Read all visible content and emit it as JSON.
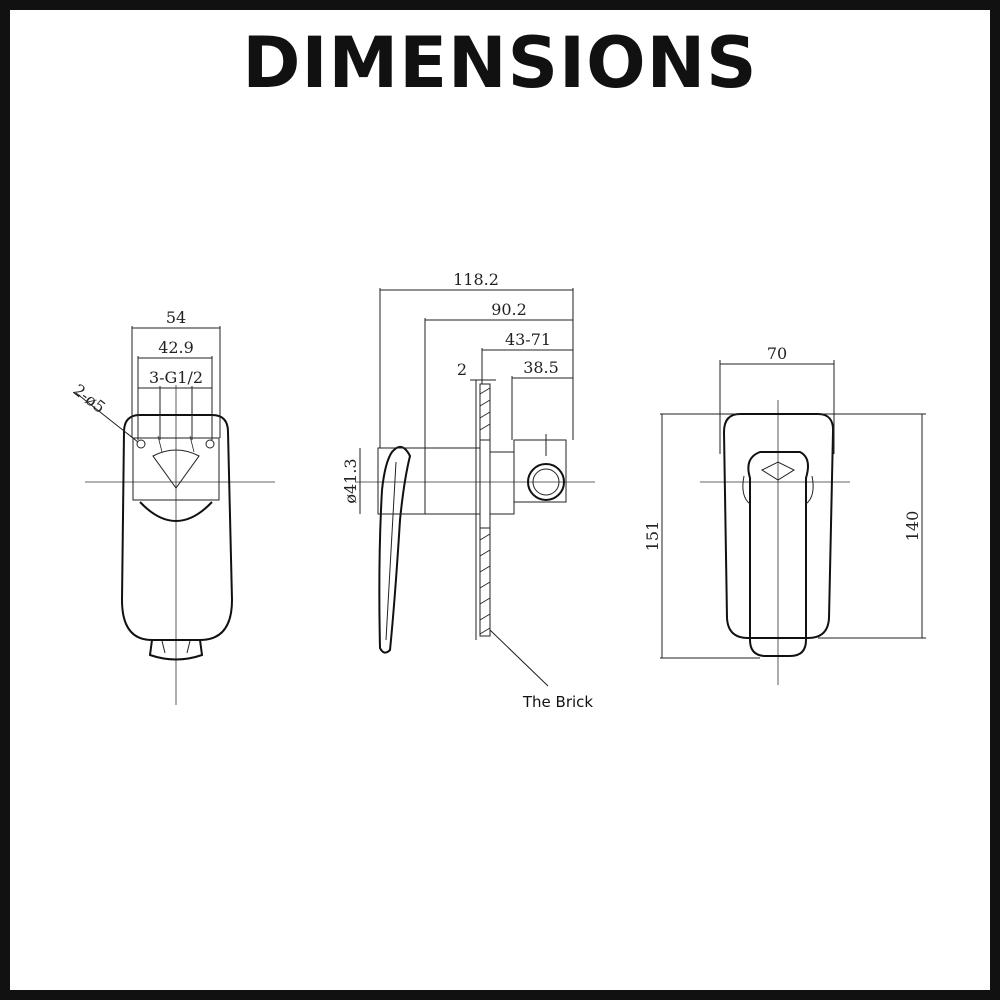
{
  "title": "DIMENSIONS",
  "dimensions": {
    "front": {
      "width_outer": "54",
      "width_holes": "42.9",
      "thread": "3-G1/2",
      "holes": "2-ø5"
    },
    "side": {
      "length_total": "118.2",
      "length_mid": "90.2",
      "depth_range": "43-71",
      "plate": "2",
      "body_depth": "38.5",
      "diameter": "ø41.3",
      "brick_label": "The Brick"
    },
    "rear": {
      "plate_width": "70",
      "plate_height": "151",
      "handle_height": "140"
    }
  }
}
